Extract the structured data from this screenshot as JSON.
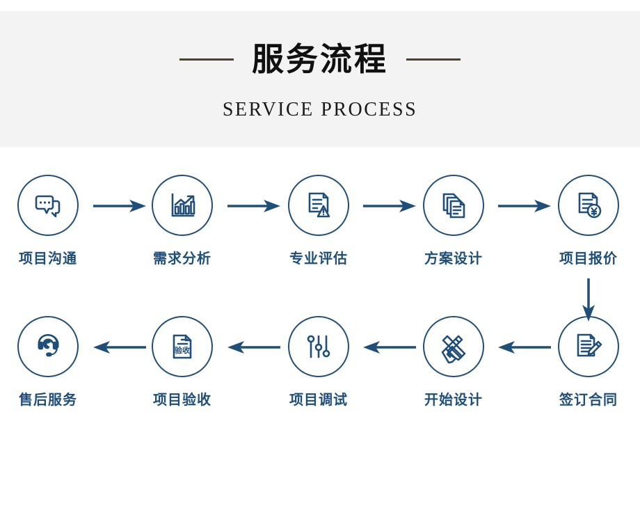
{
  "header": {
    "title_cn": "服务流程",
    "title_en": "SERVICE  PROCESS",
    "line_color": "#4a4034",
    "band_color": "#f3f3f3"
  },
  "theme": {
    "accent": "#1f4e79",
    "arrow_color": "#1f4e79",
    "label_color": "#1f4e79",
    "background": "#ffffff"
  },
  "flow": {
    "row_top_direction": "left-to-right",
    "row_bottom_direction": "right-to-left",
    "steps": [
      {
        "index": 1,
        "label": "项目沟通",
        "icon": "chat-bubbles-icon"
      },
      {
        "index": 2,
        "label": "需求分析",
        "icon": "bar-chart-trend-icon"
      },
      {
        "index": 3,
        "label": "专业评估",
        "icon": "document-warning-icon"
      },
      {
        "index": 4,
        "label": "方案设计",
        "icon": "stacked-documents-icon"
      },
      {
        "index": 5,
        "label": "项目报价",
        "icon": "document-yuan-icon"
      },
      {
        "index": 6,
        "label": "签订合同",
        "icon": "document-pen-icon"
      },
      {
        "index": 7,
        "label": "开始设计",
        "icon": "pencil-ruler-icon"
      },
      {
        "index": 8,
        "label": "项目调试",
        "icon": "sliders-icon"
      },
      {
        "index": 9,
        "label": "项目验收",
        "icon": "document-acceptance-icon",
        "icon_text": "验收"
      },
      {
        "index": 10,
        "label": "售后服务",
        "icon": "headset-support-icon"
      }
    ]
  }
}
